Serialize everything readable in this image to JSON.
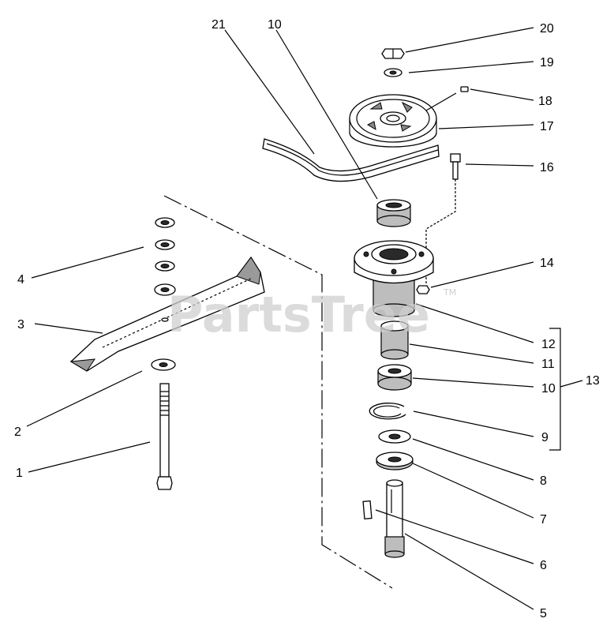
{
  "watermark": {
    "brand": "PartsTree",
    "trademark": "TM"
  },
  "callouts": {
    "c21": "21",
    "c10_top": "10",
    "c20": "20",
    "c19": "19",
    "c18": "18",
    "c17": "17",
    "c16": "16",
    "c14": "14",
    "c4": "4",
    "c3": "3",
    "c12": "12",
    "c11": "11",
    "c10": "10",
    "c13": "13",
    "c9": "9",
    "c2": "2",
    "c8": "8",
    "c7": "7",
    "c1": "1",
    "c6": "6",
    "c5": "5"
  }
}
